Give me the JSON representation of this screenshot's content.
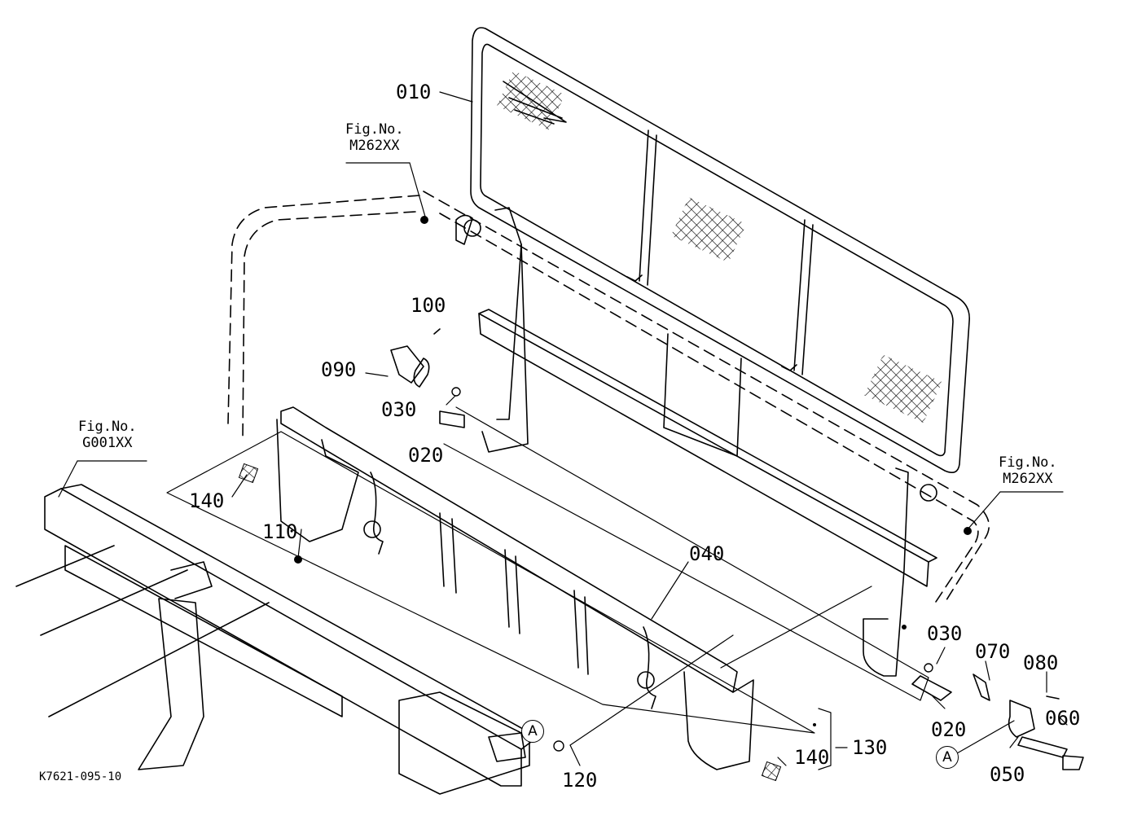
{
  "drawing_code": "K7621-095-10",
  "figure_refs": {
    "top": {
      "line1": "Fig.No.",
      "line2": "M262XX"
    },
    "left": {
      "line1": "Fig.No.",
      "line2": "G001XX"
    },
    "right": {
      "line1": "Fig.No.",
      "line2": "M262XX"
    }
  },
  "callouts": {
    "p010": "010",
    "p100": "100",
    "p090": "090",
    "p030a": "030",
    "p020a": "020",
    "p140a": "140",
    "p110": "110",
    "p040": "040",
    "p030b": "030",
    "p070": "070",
    "p080": "080",
    "p020b": "020",
    "p060": "060",
    "p050": "050",
    "p120": "120",
    "p140b": "140",
    "p130": "130"
  },
  "detail_markers": {
    "a1": "A",
    "a2": "A"
  }
}
